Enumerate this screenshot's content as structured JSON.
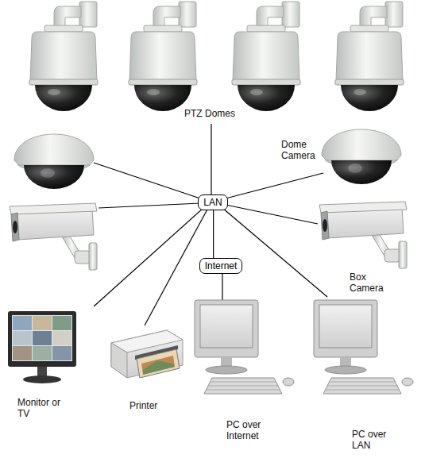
{
  "diagram": {
    "nodes": [
      {
        "text": [
          "LAN"
        ]
      },
      {
        "text": [
          "Internet"
        ]
      }
    ],
    "edges": [
      {
        "from": 0,
        "to": 1,
        "arrow": "none"
      }
    ],
    "labels": [
      "PTZ Domes",
      "Dome Camera",
      "Box Camera",
      "Monitor or TV",
      "Printer",
      "PC over Internet",
      "PC over LAN"
    ]
  }
}
